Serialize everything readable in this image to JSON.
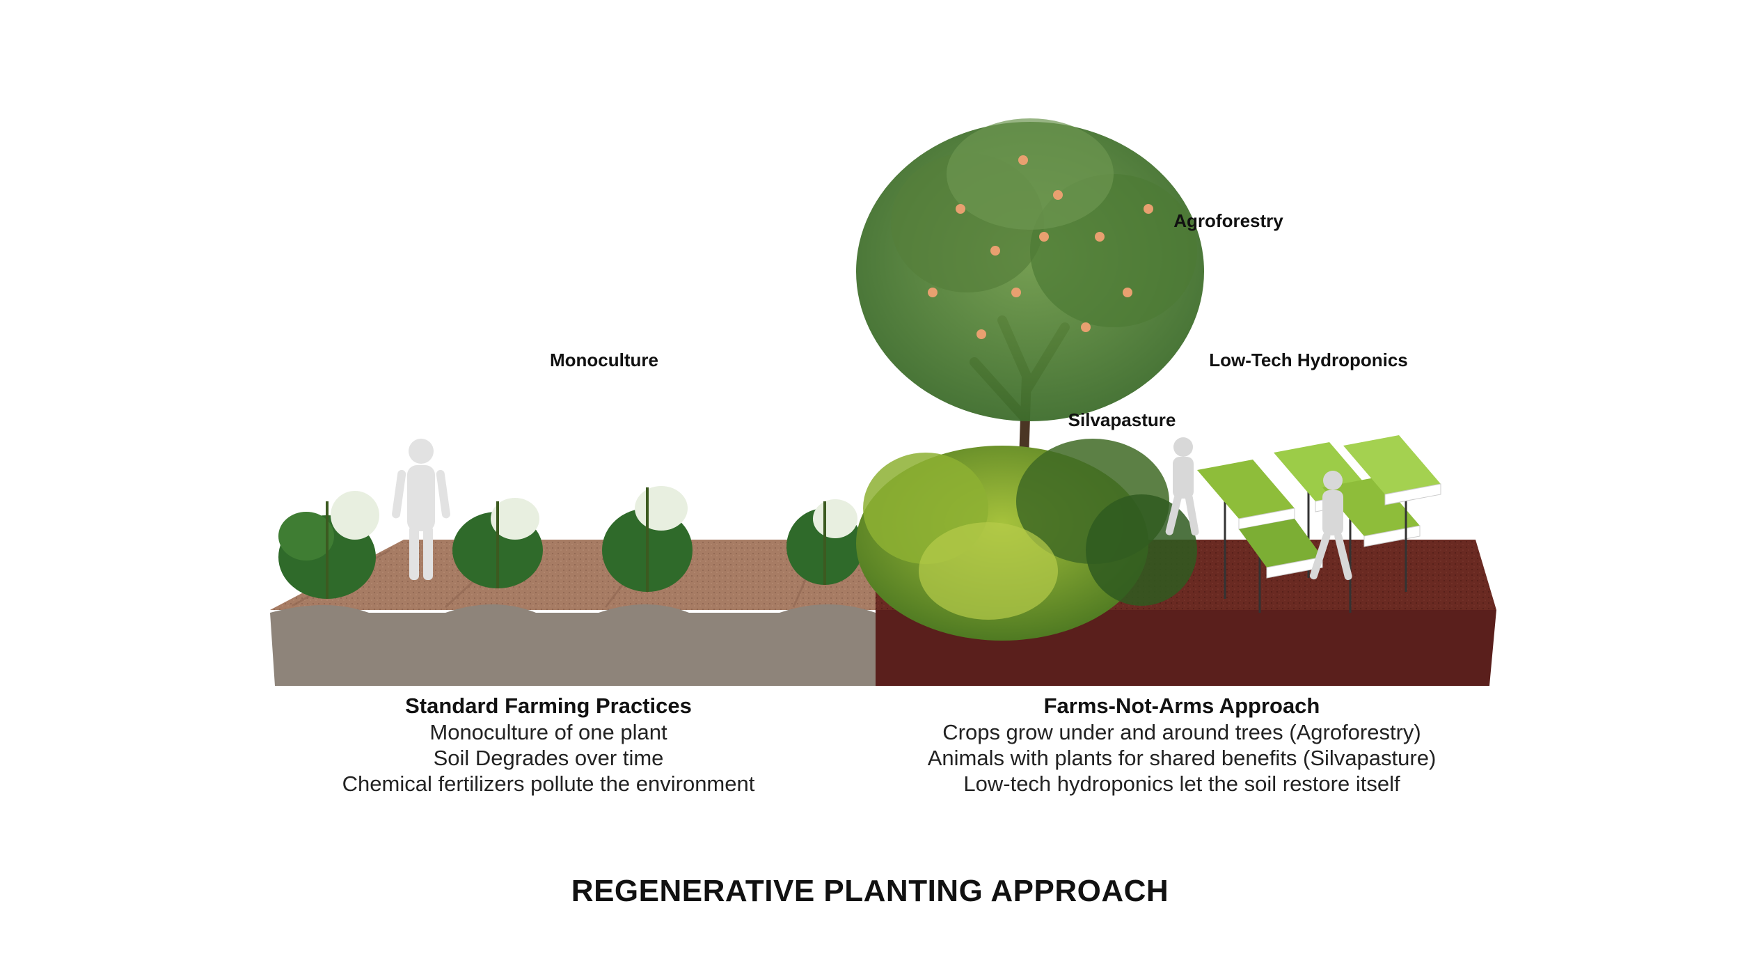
{
  "title": "REGENERATIVE PLANTING APPROACH",
  "labels": {
    "monoculture": "Monoculture",
    "agroforestry": "Agroforestry",
    "low_tech_hydroponics": "Low-Tech Hydroponics",
    "silvapasture": "Silvapasture"
  },
  "standard": {
    "heading": "Standard Farming Practices",
    "lines": [
      "Monoculture of one plant",
      "Soil Degrades over time",
      "Chemical fertilizers pollute the environment"
    ]
  },
  "farms_not_arms": {
    "heading": "Farms-Not-Arms Approach",
    "lines": [
      "Crops grow under and around trees (Agroforestry)",
      "Animals with plants for shared benefits (Silvapasture)",
      "Low-tech hydroponics let the soil restore itself"
    ]
  },
  "colors": {
    "standard_soil_top": "#a77c64",
    "standard_soil_front": "#8e847a",
    "regen_soil_top": "#6a2a22",
    "regen_soil_front": "#5a1f1c",
    "leaf_dark": "#2f6a2a",
    "leaf_light": "#8ebd3a",
    "figure": "#e2e2e2"
  }
}
